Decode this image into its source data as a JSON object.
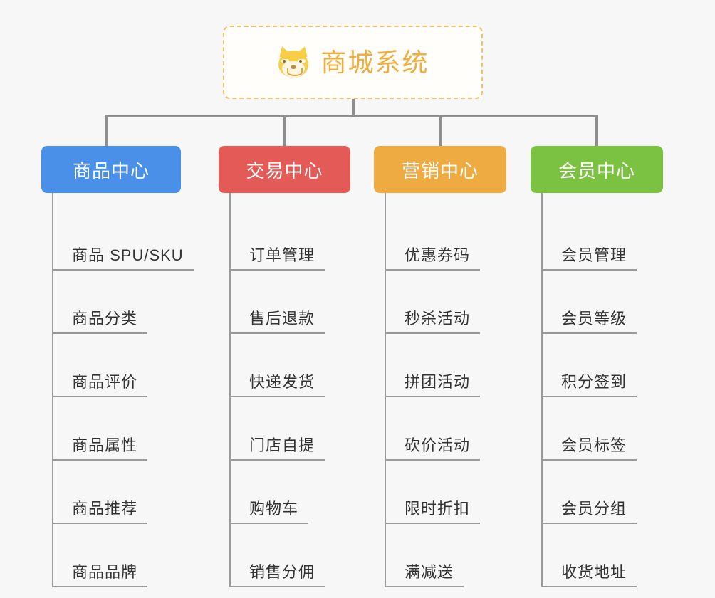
{
  "background_color": "#f7f7f7",
  "root": {
    "icon": "shiba-dog-face-icon",
    "title": "商城系统",
    "text_color": "#f0ad3e",
    "border_color": "#f2c06a",
    "background": "#fffefb"
  },
  "connector_color": "#8e8e8e",
  "columns": [
    {
      "id": "product-center",
      "label": "商品中心",
      "color": "#4a90e8",
      "items": [
        "商品 SPU/SKU",
        "商品分类",
        "商品评价",
        "商品属性",
        "商品推荐",
        "商品品牌"
      ]
    },
    {
      "id": "trade-center",
      "label": "交易中心",
      "color": "#e35a56",
      "items": [
        "订单管理",
        "售后退款",
        "快递发货",
        "门店自提",
        "购物车",
        "销售分佣"
      ]
    },
    {
      "id": "marketing-center",
      "label": "营销中心",
      "color": "#eeab41",
      "items": [
        "优惠券码",
        "秒杀活动",
        "拼团活动",
        "砍价活动",
        "限时折扣",
        "满减送"
      ]
    },
    {
      "id": "member-center",
      "label": "会员中心",
      "color": "#7cc242",
      "items": [
        "会员管理",
        "会员等级",
        "积分签到",
        "会员标签",
        "会员分组",
        "收货地址"
      ]
    }
  ]
}
